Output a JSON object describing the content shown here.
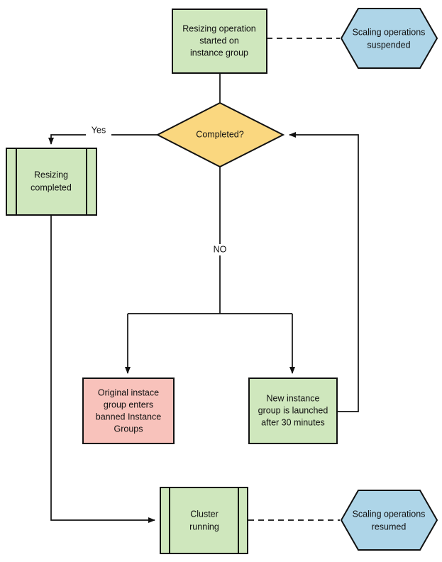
{
  "diagram": {
    "title": "Instance group resizing flow",
    "colors": {
      "green_fill": "#cfe7bd",
      "green_stroke": "#111111",
      "amber_fill": "#fad77f",
      "amber_stroke": "#111111",
      "blue_fill": "#aed5e8",
      "blue_stroke": "#111111",
      "pink_fill": "#f8c2bb",
      "pink_stroke": "#111111",
      "connector": "#111111",
      "background": "#ffffff"
    },
    "nodes": [
      {
        "id": "resizing-started",
        "shape": "process",
        "fill": "green_fill",
        "lines": [
          "Resizing operation",
          "started on",
          "instance group"
        ]
      },
      {
        "id": "scaling-suspended",
        "shape": "hexagon",
        "fill": "blue_fill",
        "lines": [
          "Scaling operations",
          "suspended"
        ]
      },
      {
        "id": "completed-decision",
        "shape": "diamond",
        "fill": "amber_fill",
        "lines": [
          "Completed?"
        ]
      },
      {
        "id": "resizing-completed",
        "shape": "predefined-process",
        "fill": "green_fill",
        "lines": [
          "Resizing",
          "completed"
        ]
      },
      {
        "id": "original-group-banned",
        "shape": "process",
        "fill": "pink_fill",
        "lines": [
          "Original instace",
          "group enters",
          "banned Instance",
          "Groups"
        ]
      },
      {
        "id": "new-group-launched",
        "shape": "process",
        "fill": "green_fill",
        "lines": [
          "New instance",
          "group is launched",
          "after 30 minutes"
        ]
      },
      {
        "id": "cluster-running",
        "shape": "predefined-process",
        "fill": "green_fill",
        "lines": [
          "Cluster",
          "running"
        ]
      },
      {
        "id": "scaling-resumed",
        "shape": "hexagon",
        "fill": "blue_fill",
        "lines": [
          "Scaling operations",
          "resumed"
        ]
      }
    ],
    "edges": [
      {
        "id": "started-to-suspended",
        "from": "resizing-started",
        "to": "scaling-suspended",
        "style": "dashed",
        "arrow": false,
        "label": ""
      },
      {
        "id": "started-to-decision",
        "from": "resizing-started",
        "to": "completed-decision",
        "style": "solid",
        "arrow": false,
        "label": ""
      },
      {
        "id": "decision-yes",
        "from": "completed-decision",
        "to": "resizing-completed",
        "style": "solid",
        "arrow": true,
        "label": "Yes"
      },
      {
        "id": "decision-no",
        "from": "completed-decision",
        "to": "split",
        "style": "solid",
        "arrow": false,
        "label": "NO"
      },
      {
        "id": "split-to-banned",
        "from": "split",
        "to": "original-group-banned",
        "style": "solid",
        "arrow": true,
        "label": ""
      },
      {
        "id": "split-to-new-group",
        "from": "split",
        "to": "new-group-launched",
        "style": "solid",
        "arrow": true,
        "label": ""
      },
      {
        "id": "new-group-back-to-decision",
        "from": "new-group-launched",
        "to": "completed-decision",
        "style": "solid",
        "arrow": true,
        "label": ""
      },
      {
        "id": "resizing-completed-to-cluster",
        "from": "resizing-completed",
        "to": "cluster-running",
        "style": "solid",
        "arrow": true,
        "label": ""
      },
      {
        "id": "cluster-to-resumed",
        "from": "cluster-running",
        "to": "scaling-resumed",
        "style": "dashed",
        "arrow": false,
        "label": ""
      }
    ]
  },
  "text": {
    "resizing_started_l1": "Resizing operation",
    "resizing_started_l2": "started on",
    "resizing_started_l3": "instance group",
    "scaling_suspended_l1": "Scaling operations",
    "scaling_suspended_l2": "suspended",
    "completed_decision": "Completed?",
    "resizing_completed_l1": "Resizing",
    "resizing_completed_l2": "completed",
    "label_yes": "Yes",
    "label_no": "NO",
    "original_banned_l1": "Original instace",
    "original_banned_l2": "group enters",
    "original_banned_l3": "banned Instance",
    "original_banned_l4": "Groups",
    "new_group_l1": "New instance",
    "new_group_l2": "group is launched",
    "new_group_l3": "after 30 minutes",
    "cluster_running_l1": "Cluster",
    "cluster_running_l2": "running",
    "scaling_resumed_l1": "Scaling operations",
    "scaling_resumed_l2": "resumed"
  }
}
